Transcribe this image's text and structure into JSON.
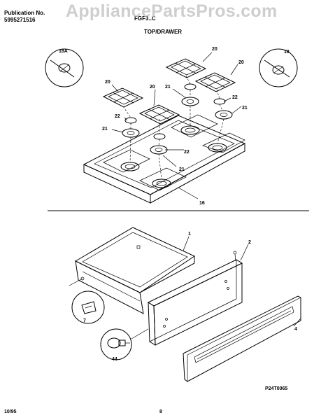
{
  "header": {
    "pub_label": "Publication No.",
    "pub_number": "5995271516",
    "model": "FGF3..C",
    "section_title": "TOP/DRAWER"
  },
  "watermark": "AppliancePartsPros.com",
  "callouts": {
    "c18A": "18A",
    "c18": "18",
    "c20": "20",
    "c21": "21",
    "c22": "22",
    "c16": "16",
    "c1": "1",
    "c2": "2",
    "c4": "4",
    "c7": "7",
    "c44": "44"
  },
  "diagram_code": "P24T0065",
  "footer": {
    "date": "10/95",
    "page": "8"
  }
}
